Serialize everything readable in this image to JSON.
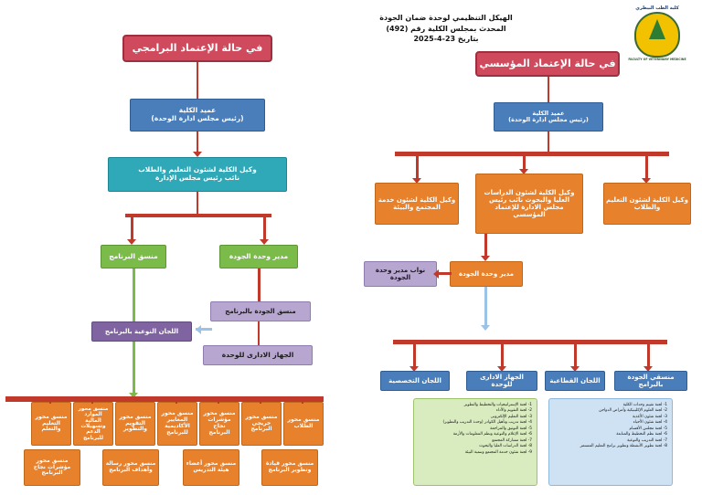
{
  "header": {
    "org_title": "الهيكل التنظيمي لوحدة ضمان الجودة\nالمحدث بمجلس الكلية رقم (492)\nبتاريخ 23-4-2025",
    "logo_caption_top": "كلية الطب البيطري",
    "logo_caption_bottom": "FACULTY OF VETERINARY MEDICINE"
  },
  "left_chart": {
    "title": "في حالة الإعتماد البرامجي",
    "nodes": {
      "dean": "عميد الكلية\n(رئيس مجلس ادارة الوحدة)",
      "vice_dean": "وكيل الكلية لشئون التعليم والطلاب\nنائب رئيس مجلس الإدارة",
      "program_coordinator": "منسق البرنامج",
      "quality_unit_manager": "مدير وحدة الجودة",
      "quality_coordinator_program": "منسق الجودة بالبرنامج",
      "committees_program": "اللجان النوعية بالبرنامج",
      "admin_unit": "الجهاز الادارى للوحدة"
    },
    "bottom_boxes": [
      "منسق محور الطلاب",
      "منسق محور خريجي البرنامج",
      "منسق محور مؤشرات نجاح البرنامج",
      "منسق محور المعايير الأكاديمية للبرنامج",
      "منسق محور التقويم والتطوير",
      "منسق محور الموارد المالية وتسهيلات الدعم للبرنامج",
      "منسق محور التعليم والتعلم",
      "منسق محور قيادة وتطوير البرنامج",
      "منسق محور أعضاء هيئة التدريس",
      "منسق محور رسالة وأهداف البرنامج"
    ]
  },
  "right_chart": {
    "title": "في حالة الإعتماد المؤسسي",
    "nodes": {
      "dean": "عميد الكلية\n(رئيس مجلس ادارة الوحدة)",
      "vice_community": "وكيل الكلية لشئون خدمة المجتمع والبيئة",
      "vice_graduate": "وكيل الكلية لشئون الدراسات العليا والبحوث نائب رئيس مجلس الادارة للإعتماد المؤسسي",
      "vice_education": "وكيل الكلية لشئون التعليم والطلاب",
      "deputy_managers": "نواب مدير وحدة الجودة",
      "quality_unit_manager": "مدير وحدة الجودة",
      "specialized_committees": "اللجان التخصصية",
      "admin_unit": "الجهاز الادارى للوحدة",
      "sector_committees": "اللجان القطاعية",
      "program_quality_coordinators": "منسقي الجودة بالبرامج"
    },
    "left_list_title": "",
    "left_list": [
      "1- لجنة الإستراتيجيات والتخطيط والتطوير",
      "2- لجنة التقويم والأداء",
      "3- لجنة التعليم الإلكترونى",
      "4- لجنة تدريب وتأهيل الكوادر (وحدة التدريب والتطوير)",
      "5- لجنة التوثيق والمراجعة",
      "6- لجنة الإعلام والتوعية ونظم المعلومات والأزمة",
      "7- لجنة مشاركة المجتمع",
      "8- لجنة الدراسات العليا والبحوث",
      "9- لجنة شئون خدمة المجتمع وتنمية البيئة"
    ],
    "right_list": [
      "1- لجنة تقييم وحدات الكلية",
      "2- لجنة العلوم الإكلينيكية وأمراض الدواجن",
      "3- لجنة شئون الأغذية",
      "4- لجنة شئون الأحياء",
      "5- لجنة مجلس الأقسام",
      "6- لجنة نظم التخطيط والمتابعة",
      "7- لجنة التدريب والتوعية",
      "8- لجنة تطوير الأنشطة وتطوير برامج التعليم المستمر"
    ]
  },
  "colors": {
    "red_connector": "#c0392b",
    "blue_node": "#4a7ebb",
    "teal_node": "#2fa8b8",
    "green_node": "#7bbb4a",
    "purple_node": "#8064a2",
    "orange_node": "#e8812c",
    "pink_header": "#cf4a5c",
    "lilac_node": "#b7a7d0",
    "lightblue_node": "#9cc3e5"
  }
}
